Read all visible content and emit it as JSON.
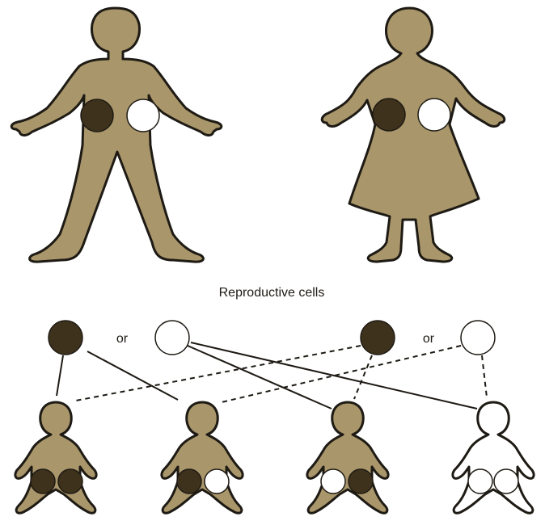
{
  "header": {
    "partial_text": ""
  },
  "labels": {
    "reproductive_cells": "Reproductive cells",
    "or_left": "or",
    "or_right": "or"
  },
  "colors": {
    "body_fill": "#a9966b",
    "outline": "#1e1a14",
    "dark_allele": "#3f321c",
    "light_allele": "#ffffff"
  },
  "parents": [
    {
      "name": "father",
      "alleles": [
        "dark",
        "light"
      ]
    },
    {
      "name": "mother",
      "alleles": [
        "dark",
        "light"
      ]
    }
  ],
  "gametes": [
    {
      "parent": "father",
      "allele": "dark"
    },
    {
      "parent": "father",
      "allele": "light"
    },
    {
      "parent": "mother",
      "allele": "dark"
    },
    {
      "parent": "mother",
      "allele": "light"
    }
  ],
  "offspring": [
    {
      "alleles": [
        "dark",
        "dark"
      ],
      "filled": true
    },
    {
      "alleles": [
        "dark",
        "light"
      ],
      "filled": true
    },
    {
      "alleles": [
        "light",
        "dark"
      ],
      "filled": true
    },
    {
      "alleles": [
        "light",
        "light"
      ],
      "filled": false
    }
  ]
}
